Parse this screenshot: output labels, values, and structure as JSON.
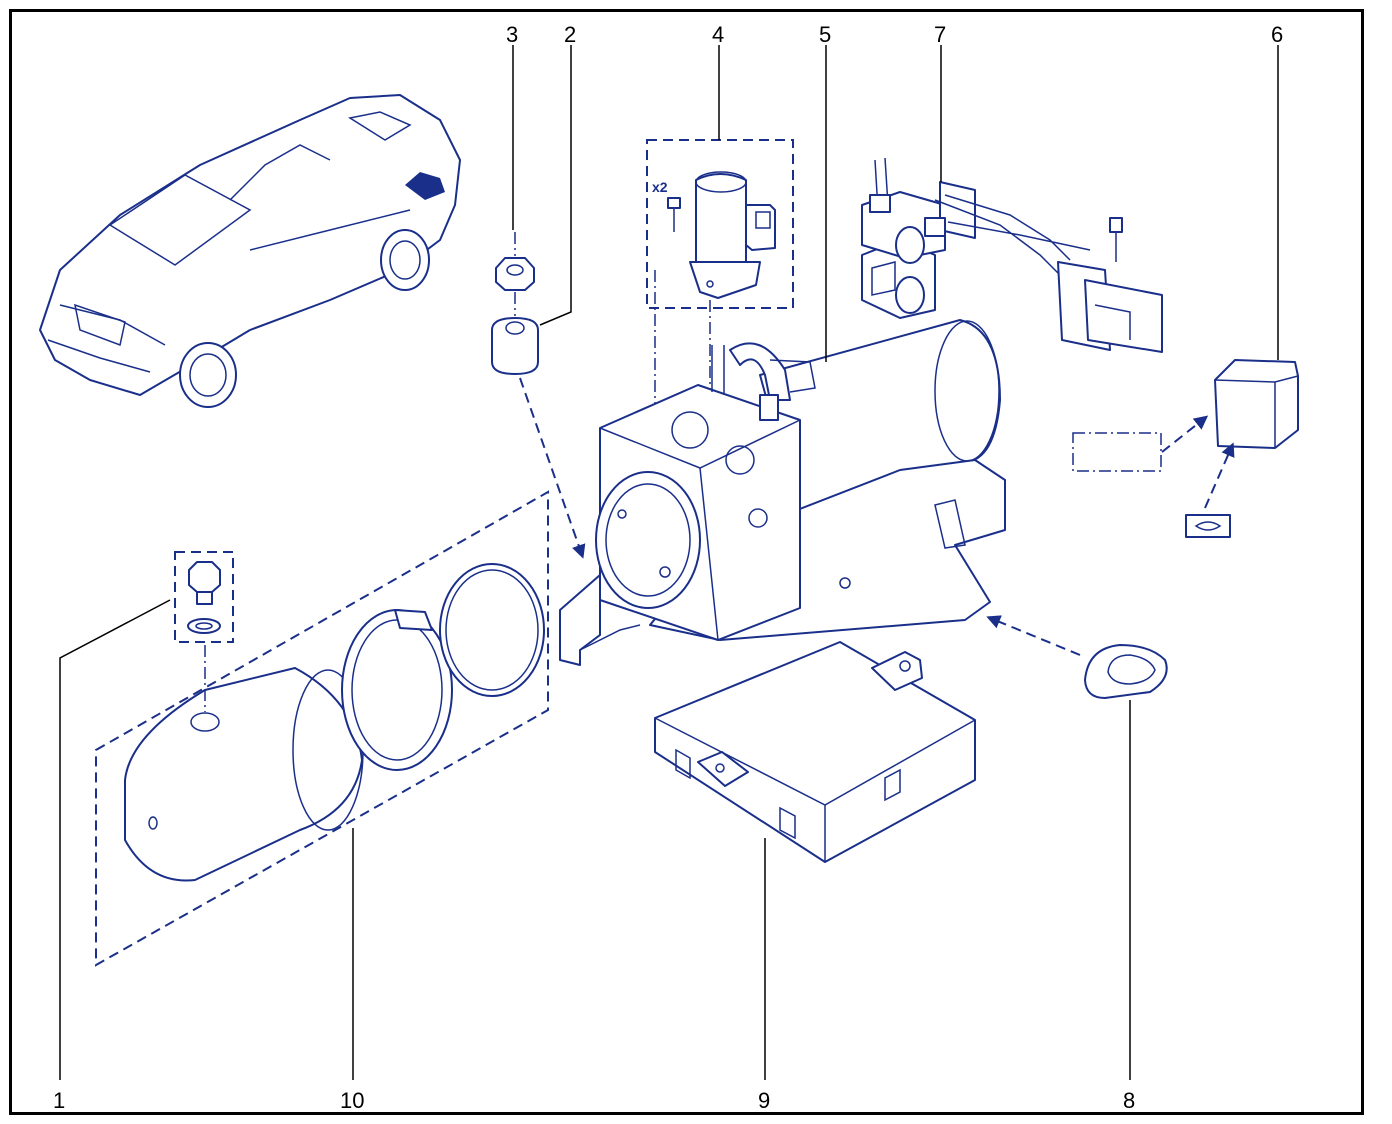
{
  "diagram": {
    "callouts": [
      {
        "id": "1",
        "label": "1"
      },
      {
        "id": "2",
        "label": "2"
      },
      {
        "id": "3",
        "label": "3"
      },
      {
        "id": "4",
        "label": "4"
      },
      {
        "id": "5",
        "label": "5"
      },
      {
        "id": "6",
        "label": "6"
      },
      {
        "id": "7",
        "label": "7"
      },
      {
        "id": "8",
        "label": "8"
      },
      {
        "id": "9",
        "label": "9"
      },
      {
        "id": "10",
        "label": "10"
      }
    ],
    "quantity_note": "x2"
  },
  "colors": {
    "line": "#1a2f8a",
    "frame": "#000000",
    "background": "#ffffff"
  }
}
